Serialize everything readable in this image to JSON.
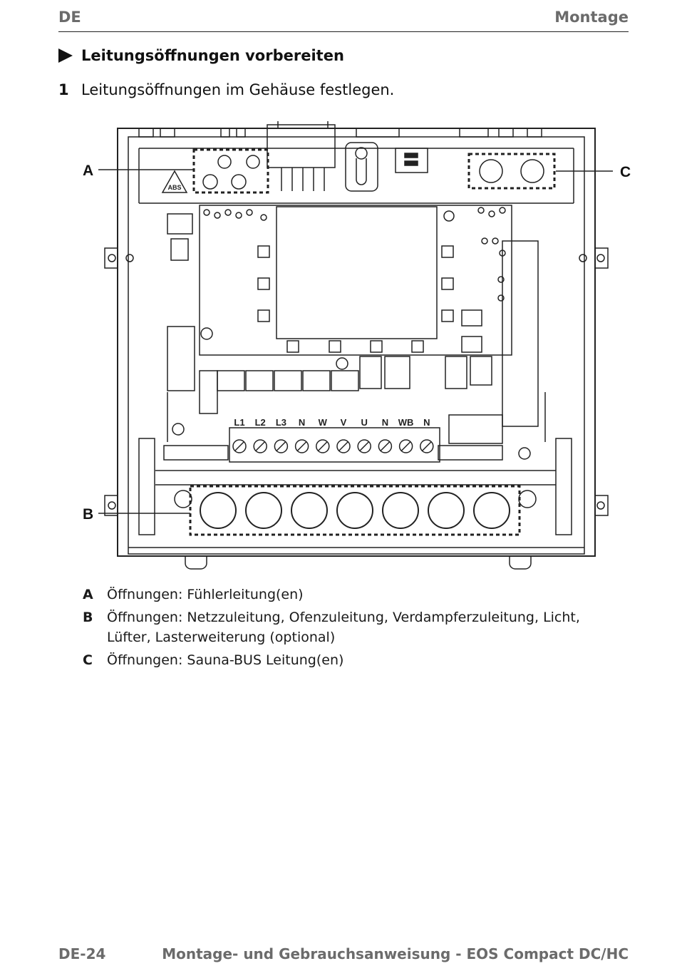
{
  "header": {
    "lang": "DE",
    "chapter": "Montage"
  },
  "section": {
    "title": "Leitungsöffnungen vorbereiten",
    "marker_icon": "triangle-right-icon"
  },
  "step": {
    "number": "1",
    "text": "Leitungsöffnungen im Gehäuse festlegen."
  },
  "figure": {
    "callouts": {
      "a": "A",
      "b": "B",
      "c": "C"
    },
    "abs_mark": "ABS",
    "terminal_labels": [
      "L1",
      "L2",
      "L3",
      "N",
      "W",
      "V",
      "U",
      "N",
      "WB",
      "N"
    ]
  },
  "legend": [
    {
      "letter": "A",
      "text": "Öffnungen: Fühlerleitung(en)"
    },
    {
      "letter": "B",
      "text": "Öffnungen: Netzzuleitung, Ofenzuleitung, Verdampferzuleitung, Licht, Lüfter, Lasterweiterung (optional)"
    },
    {
      "letter": "C",
      "text": "Öffnungen: Sauna-BUS Leitung(en)"
    }
  ],
  "footer": {
    "page": "DE-24",
    "doc_title": "Montage- und Gebrauchsanweisung - EOS Compact DC/HC"
  }
}
